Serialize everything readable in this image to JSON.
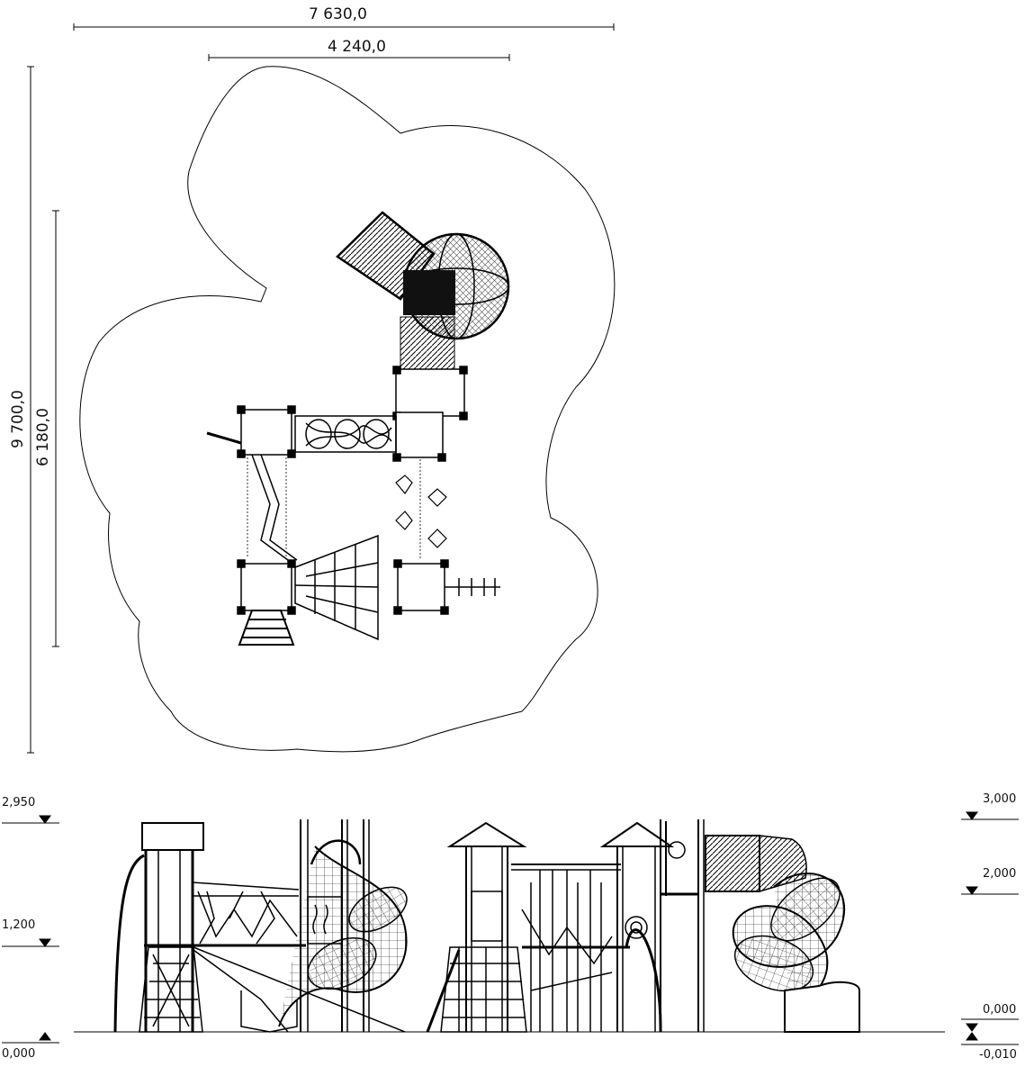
{
  "plan": {
    "dimensions": {
      "overall_width": "7 630,0",
      "inner_width": "4 240,0",
      "overall_height": "9 700,0",
      "inner_height": "6 180,0"
    }
  },
  "elevation": {
    "left_levels": {
      "top": "2,950",
      "middle": "1,200",
      "ground": "0,000"
    },
    "right_levels": {
      "top": "3,000",
      "middle": "2,000",
      "ground": "0,000",
      "below": "-0,010"
    }
  }
}
